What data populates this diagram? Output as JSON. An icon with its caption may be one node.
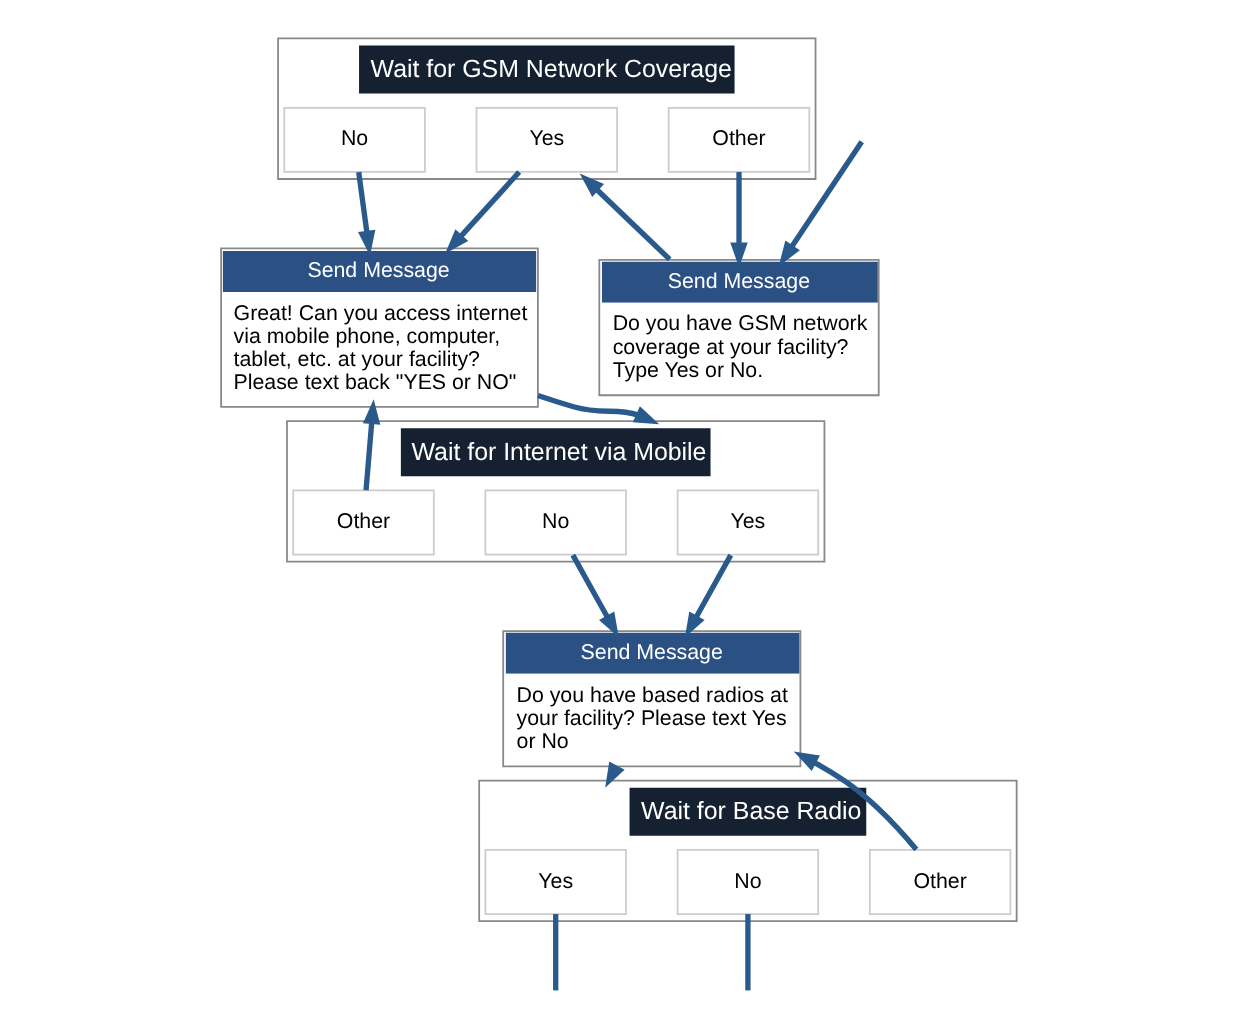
{
  "diagram": {
    "nodes": [
      {
        "text": [
          "Wait for GSM Network Coverage"
        ]
      },
      {
        "text": [
          "Yes"
        ],
        "in": 0
      },
      {
        "text": [
          "No"
        ],
        "in": 0
      },
      {
        "text": [
          "Other"
        ],
        "in": 0
      },
      {
        "text": [
          "Send Message",
          "Do you have GSM network coverage at your facility? Type Yes or No."
        ]
      },
      {
        "text": [
          "Send Message",
          "Great! Can you access internet via mobile phone, computer, tablet, etc. at your facility? Please text back \"YES or NO\""
        ]
      },
      {
        "text": [
          "Wait for Internet via Mobile"
        ]
      },
      {
        "text": [
          "Yes"
        ],
        "in": 6
      },
      {
        "text": [
          "No"
        ],
        "in": 6
      },
      {
        "text": [
          "Other"
        ],
        "in": 6
      },
      {
        "text": [
          "Send Message",
          "Do you have based radios at your facility? Please text Yes or No"
        ]
      },
      {
        "text": [
          "Wait for Base Radio"
        ]
      },
      {
        "text": [
          "Yes"
        ],
        "in": 11
      },
      {
        "text": [
          "No"
        ],
        "in": 11
      },
      {
        "text": [
          "Other"
        ],
        "in": 11
      }
    ],
    "edges": [
      {
        "from": null,
        "to": 4,
        "arrow": "to"
      },
      {
        "from": 4,
        "to": 0,
        "arrow": "to"
      },
      {
        "from": 1,
        "to": 5,
        "arrow": "to"
      },
      {
        "from": 2,
        "to": 5,
        "arrow": "to"
      },
      {
        "from": 3,
        "to": 4,
        "arrow": "to"
      },
      {
        "from": 5,
        "to": 6,
        "arrow": "to"
      },
      {
        "from": 9,
        "to": 5,
        "arrow": "to"
      },
      {
        "from": 7,
        "to": 10,
        "arrow": "to"
      },
      {
        "from": 8,
        "to": 10,
        "arrow": "to"
      },
      {
        "from": 10,
        "to": 11,
        "arrow": "to"
      },
      {
        "from": 14,
        "to": 10,
        "arrow": "to"
      },
      {
        "from": 12,
        "to": null,
        "arrow": "none"
      },
      {
        "from": 13,
        "to": null,
        "arrow": "none"
      }
    ]
  }
}
